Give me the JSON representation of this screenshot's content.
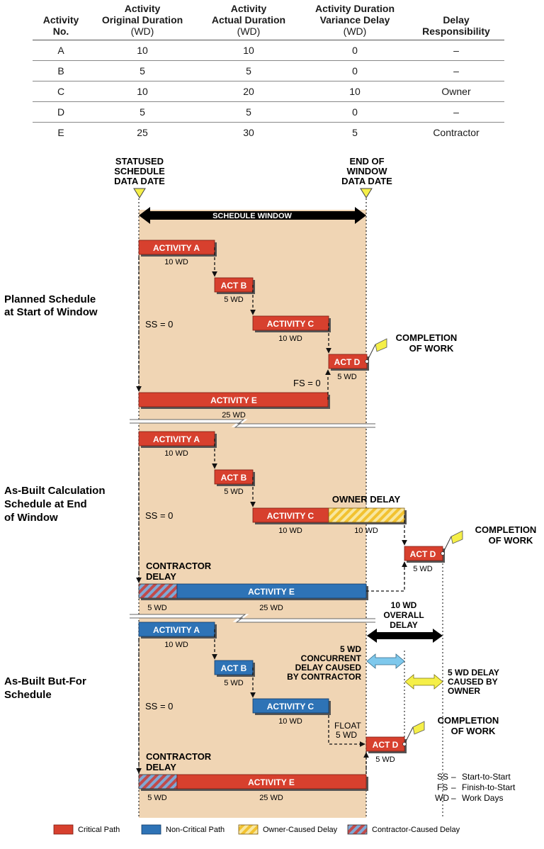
{
  "table": {
    "headers": [
      {
        "line1": "Activity",
        "line2": "No.",
        "unit": ""
      },
      {
        "line1": "Activity",
        "line2": "Original Duration",
        "unit": "(WD)"
      },
      {
        "line1": "Activity",
        "line2": "Actual Duration",
        "unit": "(WD)"
      },
      {
        "line1": "Activity Duration",
        "line2": "Variance Delay",
        "unit": "(WD)"
      },
      {
        "line1": "Delay",
        "line2": "Responsibility",
        "unit": ""
      }
    ],
    "rows": [
      [
        "A",
        "10",
        "10",
        "0",
        "–"
      ],
      [
        "B",
        "5",
        "5",
        "0",
        "–"
      ],
      [
        "C",
        "10",
        "20",
        "10",
        "Owner"
      ],
      [
        "D",
        "5",
        "5",
        "0",
        "–"
      ],
      [
        "E",
        "25",
        "30",
        "5",
        "Contractor"
      ]
    ]
  },
  "markers": {
    "start": [
      "STATUSED",
      "SCHEDULE",
      "DATA DATE"
    ],
    "end": [
      "END OF",
      "WINDOW",
      "DATA DATE"
    ],
    "window": "SCHEDULE WINDOW"
  },
  "sections": [
    {
      "title": [
        "Planned Schedule",
        "at Start of Window"
      ]
    },
    {
      "title": [
        "As-Built Calculation",
        "Schedule at End",
        "of Window"
      ]
    },
    {
      "title": [
        "As-Built But-For",
        "Schedule"
      ]
    }
  ],
  "labels": {
    "activity_a": "ACTIVITY A",
    "act_b": "ACT B",
    "activity_c": "ACTIVITY C",
    "act_d": "ACT D",
    "activity_e": "ACTIVITY E",
    "wd10": "10 WD",
    "wd5": "5 WD",
    "wd25": "25 WD",
    "ss0": "SS = 0",
    "fs0": "FS = 0",
    "completion": [
      "COMPLETION",
      "OF WORK"
    ],
    "owner_delay": "OWNER DELAY",
    "contractor_delay": [
      "CONTRACTOR",
      "DELAY"
    ],
    "overall_delay": [
      "10 WD",
      "OVERALL",
      "DELAY"
    ],
    "concurrent_delay": [
      "5 WD",
      "CONCURRENT",
      "DELAY CAUSED",
      "BY CONTRACTOR"
    ],
    "owner_caused": [
      "5 WD DELAY",
      "CAUSED BY",
      "OWNER"
    ],
    "float": [
      "FLOAT",
      "5 WD"
    ]
  },
  "abbreviations": [
    {
      "abbr": "SS",
      "text": "Start-to-Start"
    },
    {
      "abbr": "FS",
      "text": "Finish-to-Start"
    },
    {
      "abbr": "WD",
      "text": "Work Days"
    }
  ],
  "legend": [
    {
      "label": "Critical Path",
      "swatch": "critical"
    },
    {
      "label": "Non-Critical Path",
      "swatch": "noncritical"
    },
    {
      "label": "Owner-Caused Delay",
      "swatch": "owner"
    },
    {
      "label": "Contractor-Caused Delay",
      "swatch": "contractor"
    }
  ],
  "colors": {
    "critical": "#d7402e",
    "noncritical": "#2e73b6",
    "owner_hatch": "#f2c230",
    "contractor_hatch": "#c24a4a",
    "window_bg": "#f0d5b4",
    "flag": "#f5ef48",
    "cyan_arrow": "#7ec8ec",
    "yellow_arrow": "#f5ef48"
  }
}
